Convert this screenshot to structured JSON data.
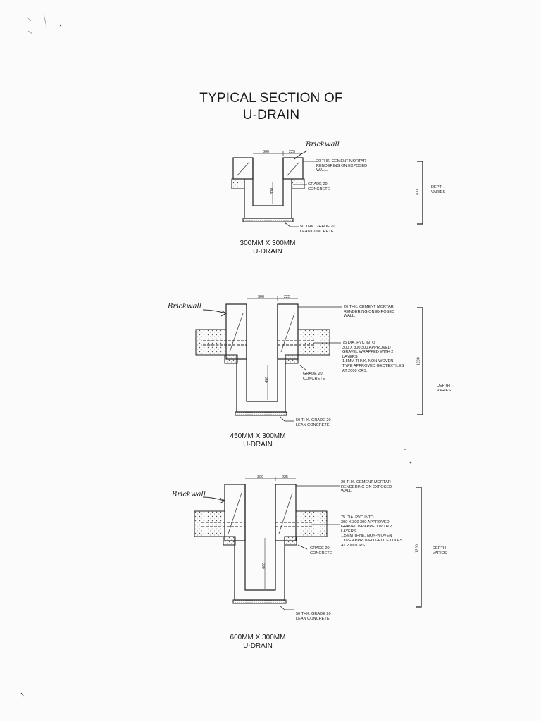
{
  "title": {
    "line1": "TYPICAL SECTION OF",
    "line2": "U-DRAIN"
  },
  "sections": [
    {
      "caption_line1": "300MM X 300MM",
      "caption_line2": "U-DRAIN",
      "handwritten_label": "Brickwall",
      "dim_top_left": "300",
      "dim_top_right": "225",
      "dim_inner_depth": "300",
      "dim_total_depth": "700",
      "note_rendering": "20 THK. CEMENT MORTAR\nRENDERING ON EXPOSED\nWALL.",
      "note_concrete": "GRADE 20\nCONCRETE",
      "note_lean": "50 THK. GRADE 20\nLEAN CONCRETE",
      "note_depth": "DEPTH\nVARIES"
    },
    {
      "caption_line1": "450MM X 300MM",
      "caption_line2": "U-DRAIN",
      "handwritten_label": "Brickwall",
      "dim_top_left": "300",
      "dim_top_right": "225",
      "dim_inner_depth": "450",
      "dim_total_depth": "1200",
      "note_rendering": "20 THK. CEMENT MORTAR\nRENDERING ON EXPOSED\nWALL.",
      "note_pvc": "75 DIA. PVC INTO\n300 X 300 300 APPROVED\nGRAVEL WRAPPED WITH 2\nLAYERS\n1.5MM THNK. NON-WOVEN\nTYPE APPROVED GEOTEXTILES\nAT 2000 CRS.",
      "note_concrete": "GRADE 20\nCONCRETE",
      "note_lean": "50 THK. GRADE 20\nLEAN CONCRETE",
      "note_depth": "DEPTH\nVARIES"
    },
    {
      "caption_line1": "600MM X 300MM",
      "caption_line2": "U-DRAIN",
      "handwritten_label": "Brickwall",
      "dim_top_left": "300",
      "dim_top_right": "225",
      "dim_inner_depth": "600",
      "dim_total_depth": "1200",
      "note_rendering": "20 THK. CEMENT MORTAR\nRENDERING ON EXPOSED\nWALL.",
      "note_pvc": "75 DIA. PVC INTO\n300 X 300 300 APPROVED\nGRAVEL WRAPPED WITH 2\nLAYERS\n1.5MM THNK. NON-WOVEN\nTYPE APPROVED GEOTEXTILES\nAT 2000 CRS.",
      "note_concrete": "GRADE 20\nCONCRETE",
      "note_lean": "50 THK. GRADE 20\nLEAN CONCRETE",
      "note_depth": "DEPTH\nVARIES"
    }
  ]
}
